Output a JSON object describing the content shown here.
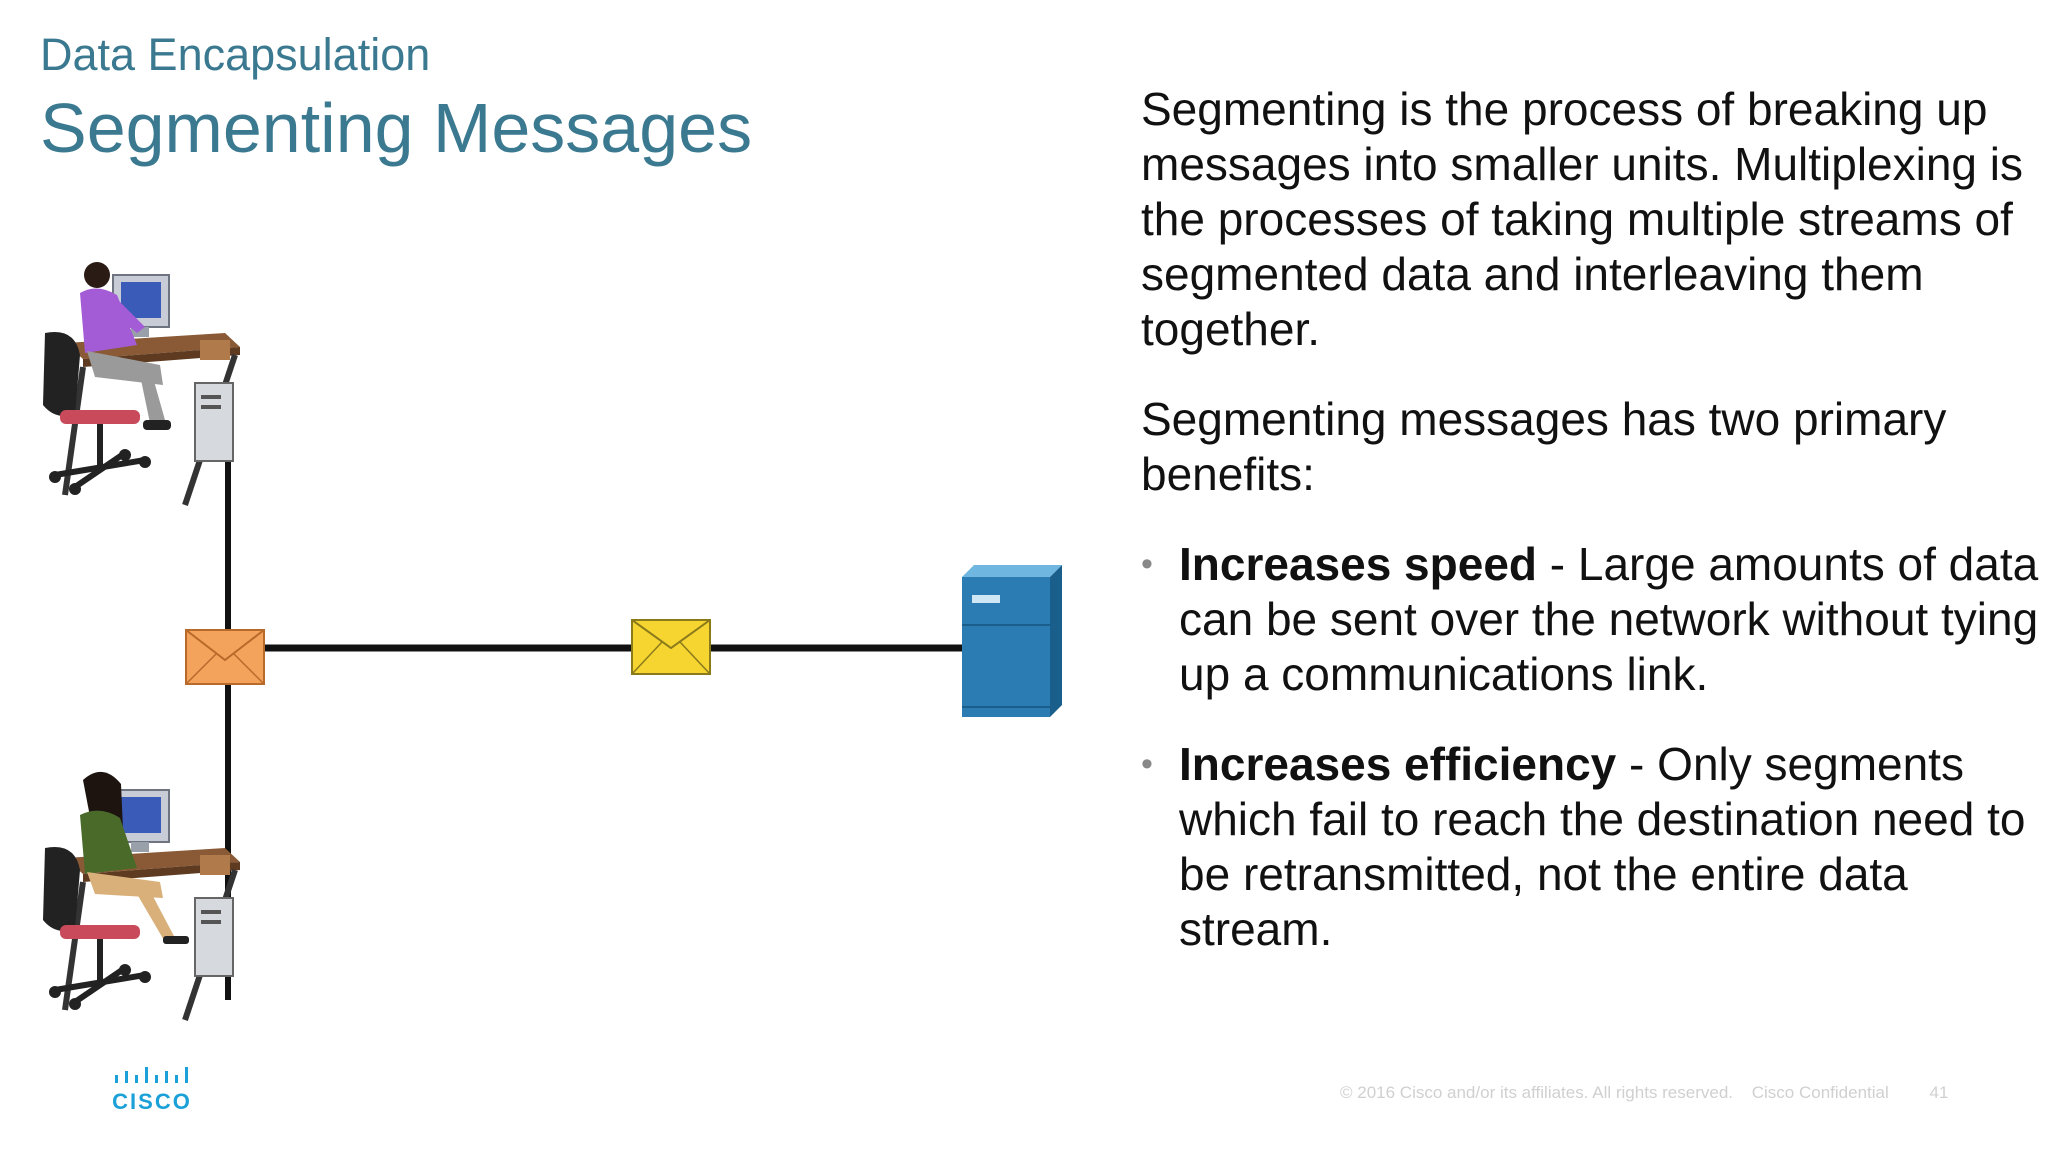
{
  "slide": {
    "subtitle": "Data Encapsulation",
    "title": "Segmenting Messages"
  },
  "content": {
    "paragraph_1": "Segmenting is the process of breaking up messages into smaller units. Multiplexing is the processes of taking multiple streams of segmented data and interleaving them together.",
    "paragraph_2": "Segmenting messages has two primary benefits:",
    "bullets": [
      {
        "term": "Increases speed",
        "text": " - Large amounts of data can be sent over the network without tying up a communications link."
      },
      {
        "term": "Increases efficiency",
        "text": " - Only segments which fail to reach the destination need to be retransmitted, not the entire data stream."
      }
    ],
    "bullet_glyph": "•"
  },
  "diagram": {
    "icons": [
      "workstation-male-user",
      "workstation-female-user",
      "envelope-orange",
      "envelope-yellow",
      "server"
    ],
    "colors": {
      "link": "#111111",
      "envelope_orange": "#f4a35c",
      "envelope_yellow": "#f7d531",
      "server": "#2b7cb3"
    }
  },
  "footer": {
    "copyright": "© 2016  Cisco and/or its affiliates. All rights reserved.",
    "confidential": "Cisco Confidential",
    "page_number": "41"
  },
  "brand": {
    "logo_text": "CISCO",
    "color": "#1ba0d7",
    "title_color": "#3a7990"
  }
}
